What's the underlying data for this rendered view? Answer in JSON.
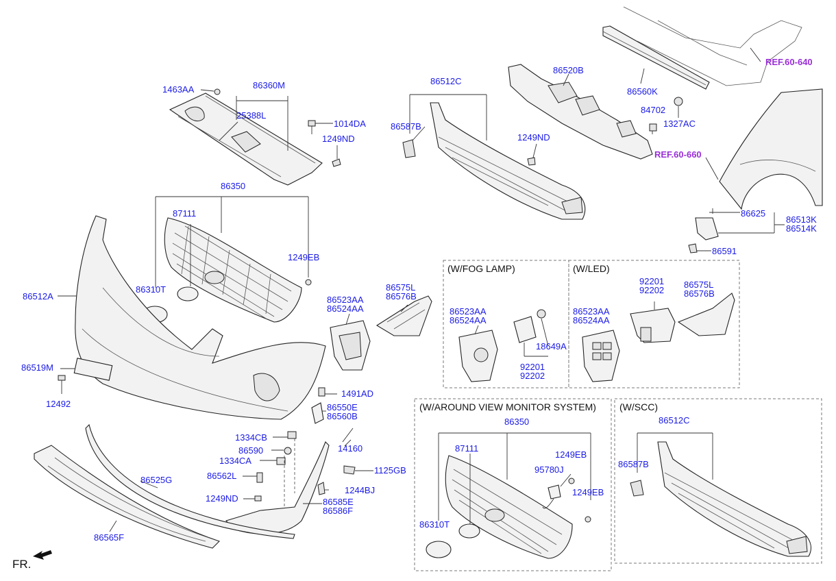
{
  "sections": {
    "fog_lamp": "(W/FOG LAMP)",
    "led": "(W/LED)",
    "around_view": "(W/AROUND VIEW MONITOR SYSTEM)",
    "scc": "(W/SCC)"
  },
  "orientation_label": "FR.",
  "labels": {
    "l_1463AA": "1463AA",
    "l_86360M": "86360M",
    "l_25388L": "25388L",
    "l_1014DA": "1014DA",
    "l_1249ND_top": "1249ND",
    "l_86350_main": "86350",
    "l_87111_main": "87111",
    "l_1249EB_main": "1249EB",
    "l_86310T_main": "86310T",
    "l_86512A": "86512A",
    "l_86519M": "86519M",
    "l_12492": "12492",
    "l_86523AA_main": "86523AA",
    "l_86524AA_main": "86524AA",
    "l_86575L_main": "86575L",
    "l_86576B_main": "86576B",
    "l_1491AD": "1491AD",
    "l_86550E": "86550E",
    "l_86560B": "86560B",
    "l_1334CB": "1334CB",
    "l_86590": "86590",
    "l_1334CA": "1334CA",
    "l_86562L": "86562L",
    "l_1249ND_low": "1249ND",
    "l_14160": "14160",
    "l_1125GB": "1125GB",
    "l_1244BJ": "1244BJ",
    "l_86585E": "86585E",
    "l_86586F": "86586F",
    "l_86525G": "86525G",
    "l_86565F": "86565F",
    "l_86512C_top": "86512C",
    "l_86587B_top": "86587B",
    "l_1249ND_grille": "1249ND",
    "l_86520B": "86520B",
    "l_86560K": "86560K",
    "l_84702": "84702",
    "l_1327AC": "1327AC",
    "l_ref640": "REF.60-640",
    "l_ref660": "REF.60-660",
    "l_86625": "86625",
    "l_86513K": "86513K",
    "l_86514K": "86514K",
    "l_86591": "86591",
    "l_fog_86523AA": "86523AA",
    "l_fog_86524AA": "86524AA",
    "l_fog_18649A": "18649A",
    "l_fog_92201": "92201",
    "l_fog_92202": "92202",
    "l_led_92201": "92201",
    "l_led_92202": "92202",
    "l_led_86575L": "86575L",
    "l_led_86576B": "86576B",
    "l_led_86523AA": "86523AA",
    "l_led_86524AA": "86524AA",
    "l_av_86350": "86350",
    "l_av_87111": "87111",
    "l_av_1249EB_a": "1249EB",
    "l_av_95780J": "95780J",
    "l_av_1249EB_b": "1249EB",
    "l_av_86310T": "86310T",
    "l_scc_86512C": "86512C",
    "l_scc_86587B": "86587B"
  }
}
